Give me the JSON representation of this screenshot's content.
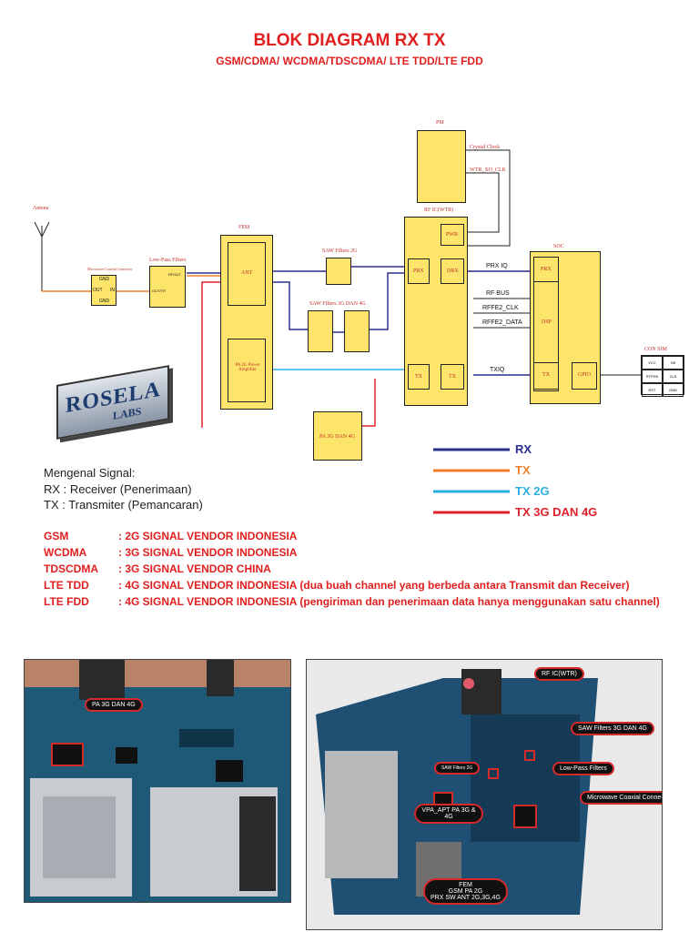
{
  "title": "BLOK DIAGRAM RX TX",
  "subtitle": "GSM/CDMA/ WCDMA/TDSCDMA/ LTE TDD/LTE FDD",
  "diagram": {
    "antenna": "Antena",
    "coax": {
      "title": "Microwave Coaxial Connector",
      "gnd_top": "GND",
      "out": "OUT",
      "in": "IN",
      "gnd_bottom": "GND"
    },
    "lpf": {
      "title": "Low-Pass Filters",
      "rfout": "RFOUT",
      "out_lte": "OUT/TR"
    },
    "fem": {
      "title": "FEM",
      "ant": "ANT",
      "pa2g": "PA 2G Power Amplifier"
    },
    "saw2g": "SAW Filters 2G",
    "saw3g4g": "SAW Filters 3G DAN 4G",
    "pm": {
      "title": "PM",
      "crystal": "Crystal Clock",
      "clk": "WTR_XO_CLK"
    },
    "rfic": {
      "title": "RF IC(WTR)",
      "pwr": "PWR",
      "prx": "PRX",
      "drx": "DRX",
      "tx1": "TX",
      "tx2": "TX"
    },
    "soc": {
      "title": "SOC",
      "prx": "PRX",
      "dsp": "DSP",
      "tx": "TX",
      "gpio": "GPIO"
    },
    "pa3g4g": "PA 3G DAN 4G",
    "signals": {
      "prxiq": "PRX IQ",
      "rfbus": "RF BUS",
      "rffe_clk": "RFFE2_CLK",
      "rffe_data": "RFFE2_DATA",
      "txiq": "TXIQ"
    },
    "consim": {
      "title": "CON SIM",
      "cells": [
        "VCC",
        "NS",
        "RTPHK",
        "CLK",
        "RST",
        "GND"
      ]
    },
    "logo_text": "ROSELA LABS"
  },
  "legend": [
    {
      "label": "RX",
      "color": "#2b2f8f"
    },
    {
      "label": "TX",
      "color": "#f07f2a"
    },
    {
      "label": "TX 2G",
      "color": "#2aaee2"
    },
    {
      "label": "TX 3G DAN 4G",
      "color": "#e0202a"
    }
  ],
  "intro": {
    "heading": "Mengenal Signal:",
    "rx": "RX : Receiver   (Penerimaan)",
    "tx": "TX : Transmiter (Pemancaran)"
  },
  "vendors": [
    {
      "key": "GSM",
      "value": ": 2G SIGNAL VENDOR INDONESIA",
      "note": ""
    },
    {
      "key": "WCDMA",
      "value": ": 3G SIGNAL VENDOR INDONESIA",
      "note": ""
    },
    {
      "key": "TDSCDMA",
      "value": ": 3G SIGNAL VENDOR CHINA",
      "note": ""
    },
    {
      "key": "LTE TDD",
      "value": ": 4G SIGNAL VENDOR INDONESIA",
      "note": " (dua buah channel yang berbeda antara Transmit dan Receiver)"
    },
    {
      "key": "LTE FDD",
      "value": ": 4G SIGNAL VENDOR INDONESIA",
      "note": " (pengiriman dan penerimaan data hanya menggunakan satu channel)"
    }
  ],
  "photo_left": {
    "tag": "PA 3G DAN 4G"
  },
  "photo_right": {
    "tags": [
      "RF IC(WTR)",
      "SAW Filters 3G DAN 4G",
      "Low-Pass Filters",
      "SAW Filters 2G",
      "VPA_APT PA 3G & 4G",
      "Microwave Coaxial Connectors"
    ],
    "fem_lines": [
      "FEM",
      "GSM PA 2G",
      "PRX SW ANT 2G,3G,4G"
    ]
  }
}
